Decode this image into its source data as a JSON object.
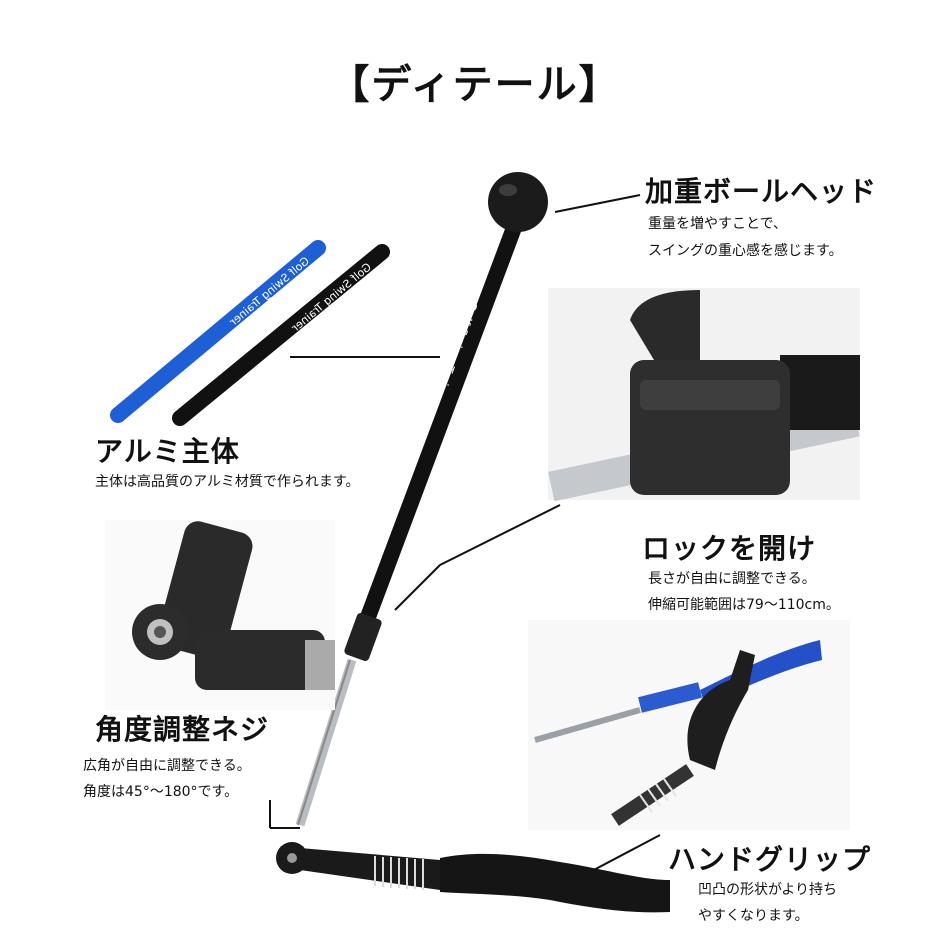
{
  "title": "【ディテール】",
  "shaft_text": "Golf Swing Trainer",
  "features": {
    "weighted_head": {
      "heading": "加重ボールヘッド",
      "lines": [
        "重量を増やすことで、",
        "スイングの重心感を感じます。"
      ]
    },
    "aluminum_body": {
      "heading": "アルミ主体",
      "lines": [
        "主体は高品質のアルミ材質で作られます。"
      ]
    },
    "lock": {
      "heading": "ロックを開け",
      "lines": [
        "長さが自由に調整できる。",
        "伸縮可能範囲は79～110cm。"
      ]
    },
    "angle_screw": {
      "heading": "角度調整ネジ",
      "lines": [
        "広角が自由に調整できる。",
        "角度は45°～180°です。"
      ]
    },
    "hand_grip": {
      "heading": "ハンドグリップ",
      "lines": [
        "凹凸の形状がより持ち",
        "やすくなります。"
      ]
    }
  },
  "colors": {
    "blue_variant": "#1f5fd6",
    "black": "#111111",
    "silver": "#b9bcc0"
  }
}
